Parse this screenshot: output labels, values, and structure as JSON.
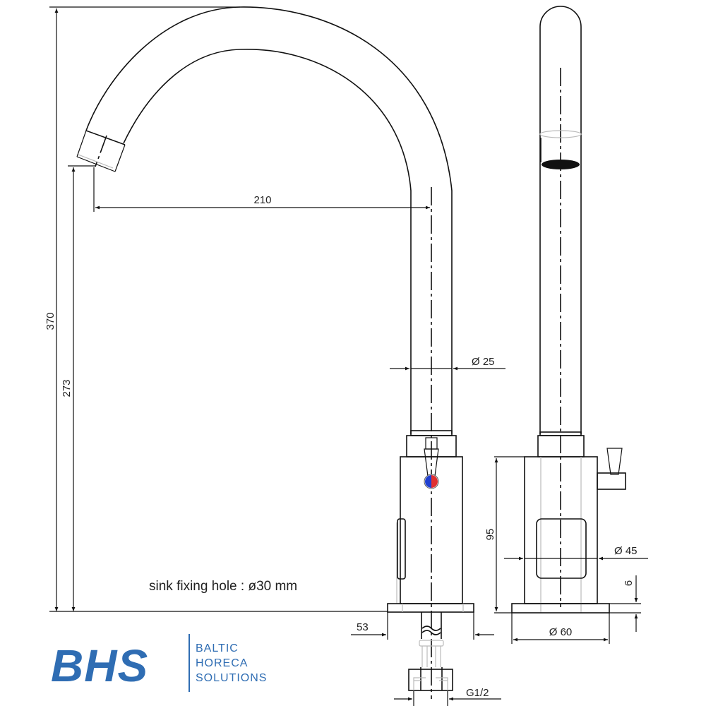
{
  "drawing": {
    "subject": "Faucet technical drawing",
    "units": "mm",
    "dimensions": {
      "total_height": "370",
      "spout_height": "273",
      "spout_reach": "210",
      "pipe_diameter": "Ø  25",
      "body_diameter": "Ø  45",
      "base_diameter": "Ø  60",
      "body_height": "95",
      "base_thickness": "6",
      "base_offset": "53",
      "thread": "G1/2"
    },
    "note": "sink fixing hole : ø30 mm",
    "handle_indicator": {
      "hot_color": "#e03030",
      "cold_color": "#2040d0"
    }
  },
  "logo": {
    "mark": "BHS",
    "line1": "BALTIC",
    "line2": "HORECA",
    "line3": "SOLUTIONS",
    "color": "#2f6db3"
  }
}
